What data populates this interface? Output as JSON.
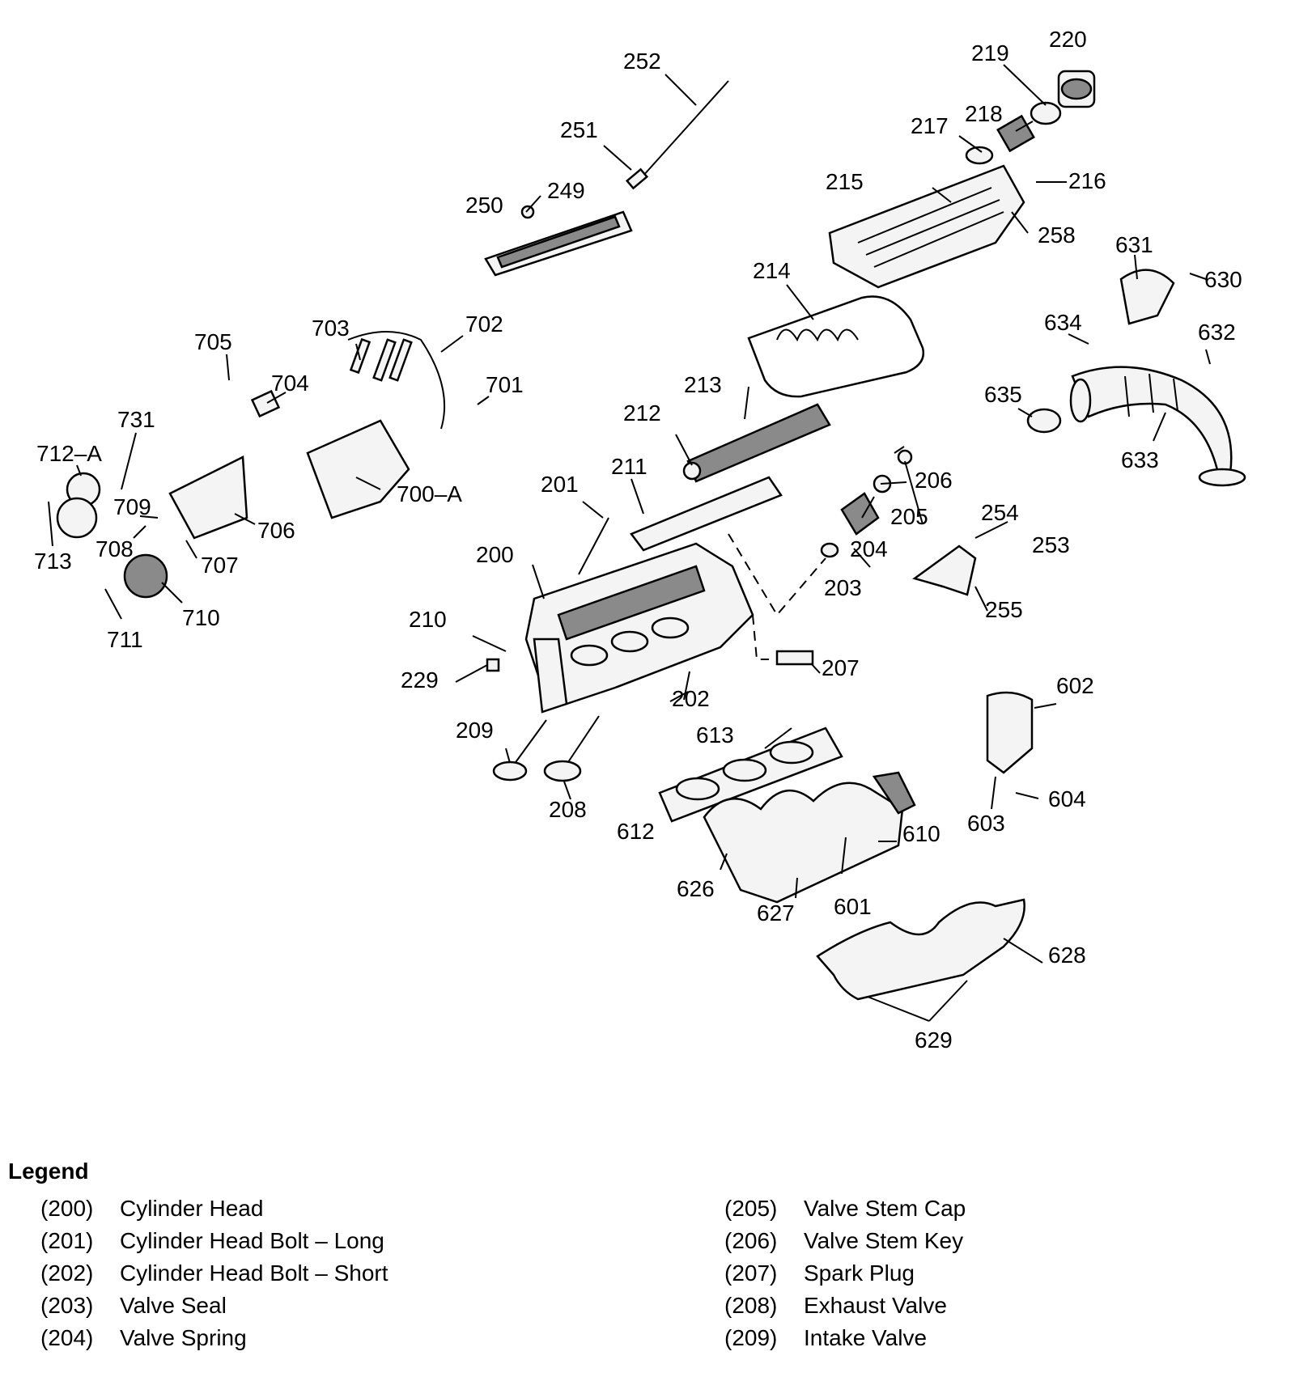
{
  "callouts": {
    "p200": "200",
    "p201": "201",
    "p202": "202",
    "p203": "203",
    "p204": "204",
    "p205": "205",
    "p206": "206",
    "p207": "207",
    "p208": "208",
    "p209": "209",
    "p210": "210",
    "p211": "211",
    "p212": "212",
    "p213": "213",
    "p214": "214",
    "p215": "215",
    "p216": "216",
    "p217": "217",
    "p218": "218",
    "p219": "219",
    "p220": "220",
    "p229": "229",
    "p249": "249",
    "p250": "250",
    "p251": "251",
    "p252": "252",
    "p253": "253",
    "p254": "254",
    "p255": "255",
    "p258": "258",
    "p601": "601",
    "p602": "602",
    "p603": "603",
    "p604": "604",
    "p610": "610",
    "p612": "612",
    "p613": "613",
    "p626": "626",
    "p627": "627",
    "p628": "628",
    "p629": "629",
    "p630": "630",
    "p631": "631",
    "p632": "632",
    "p633": "633",
    "p634": "634",
    "p635": "635",
    "p700a": "700–A",
    "p701": "701",
    "p702": "702",
    "p703": "703",
    "p704": "704",
    "p705": "705",
    "p706": "706",
    "p707": "707",
    "p708": "708",
    "p709": "709",
    "p710": "710",
    "p711": "711",
    "p712a": "712–A",
    "p713": "713",
    "p731": "731"
  },
  "legend": {
    "title": "Legend",
    "items": [
      {
        "num": "(200)",
        "name": "Cylinder Head"
      },
      {
        "num": "(201)",
        "name": "Cylinder Head Bolt – Long"
      },
      {
        "num": "(202)",
        "name": "Cylinder Head Bolt – Short"
      },
      {
        "num": "(203)",
        "name": "Valve Seal"
      },
      {
        "num": "(204)",
        "name": "Valve Spring"
      },
      {
        "num": "(205)",
        "name": "Valve Stem Cap"
      },
      {
        "num": "(206)",
        "name": "Valve Stem Key"
      },
      {
        "num": "(207)",
        "name": "Spark Plug"
      },
      {
        "num": "(208)",
        "name": "Exhaust Valve"
      },
      {
        "num": "(209)",
        "name": "Intake Valve"
      }
    ]
  }
}
